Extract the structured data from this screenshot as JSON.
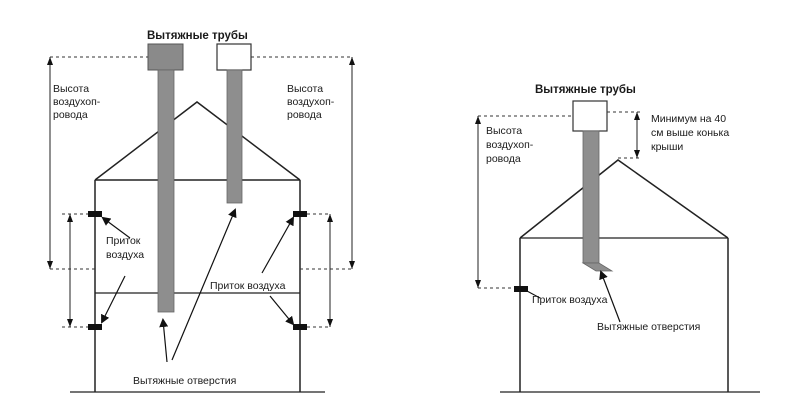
{
  "left": {
    "title": "Вытяжные трубы",
    "height_left": [
      "Высота",
      "воздухоп-",
      "ровода"
    ],
    "height_right": [
      "Высота",
      "воздухоп-",
      "ровода"
    ],
    "inflow_left": [
      "Приток",
      "воздуха"
    ],
    "inflow_right": "Приток воздуха",
    "outlets": "Вытяжные отверстия"
  },
  "right": {
    "title": "Вытяжные трубы",
    "height": [
      "Высота",
      "воздухоп-",
      "ровода"
    ],
    "minimum": [
      "Минимум на 40",
      "см выше конька",
      "крыши"
    ],
    "inflow": "Приток воздуха",
    "outlets": "Вытяжные отверстия"
  }
}
